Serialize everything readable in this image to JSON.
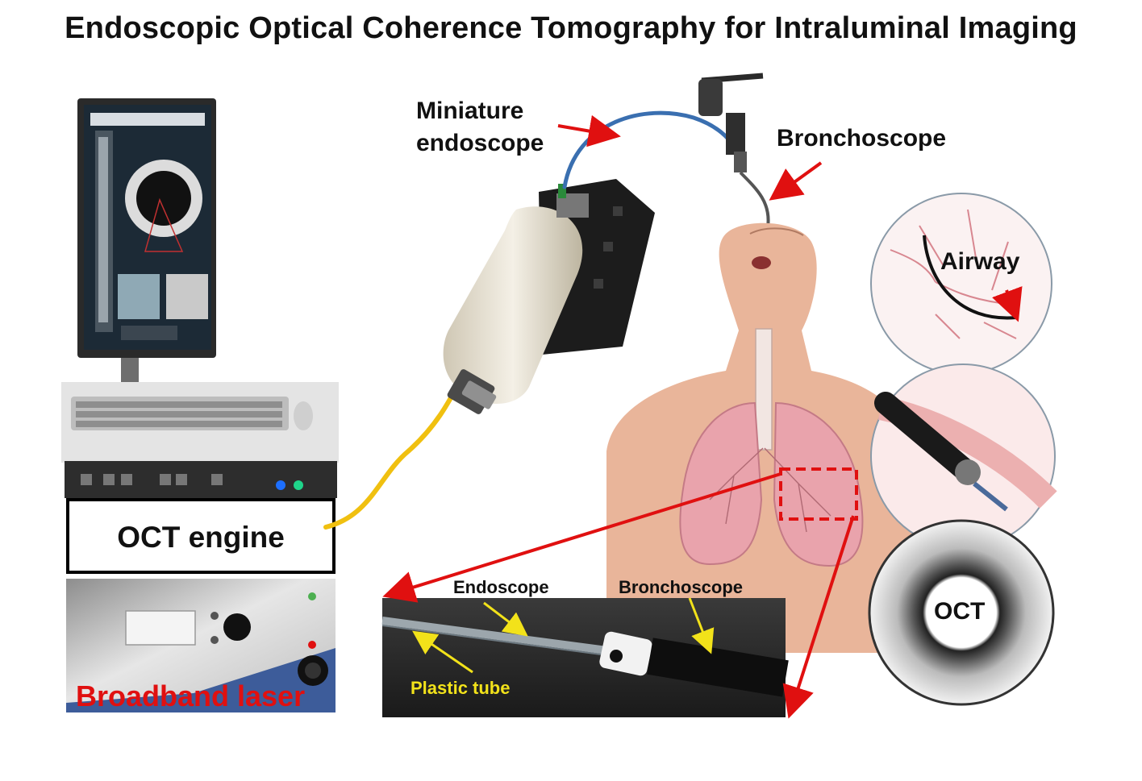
{
  "title": "Endoscopic Optical Coherence Tomography for Intraluminal Imaging",
  "labels": {
    "miniature_line1": "Miniature",
    "miniature_line2": "endoscope",
    "bronchoscope": "Bronchoscope",
    "airway": "Airway",
    "oct": "OCT",
    "oct_engine": "OCT engine",
    "broadband_laser": "Broadband laser",
    "photo_endoscope": "Endoscope",
    "photo_bronchoscope": "Bronchoscope",
    "photo_plastic_tube": "Plastic tube"
  },
  "colors": {
    "arrow_red": "#e01010",
    "label_red": "#e01010",
    "label_yellow": "#f2e21a",
    "fiber_blue": "#3a6fb0",
    "fiber_yellow": "#f0c010",
    "lung_pink": "#e9a3ac",
    "skin": "#e9b59a"
  }
}
